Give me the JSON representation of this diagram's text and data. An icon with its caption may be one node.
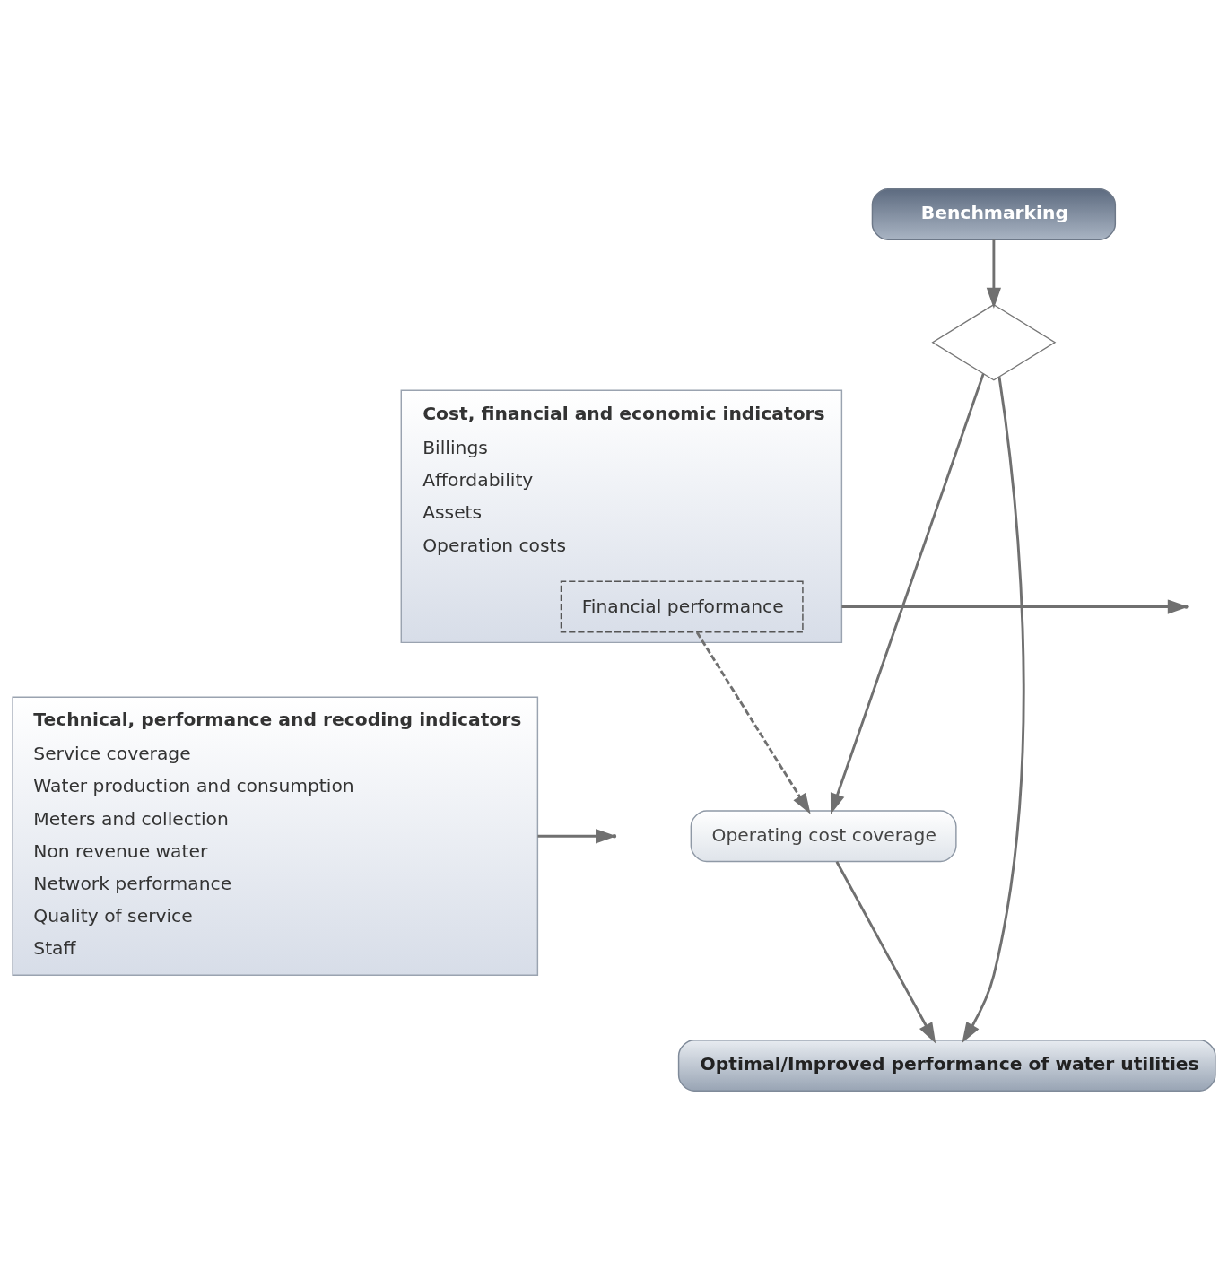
{
  "diagram": {
    "nodes": [
      {
        "text": [
          "Benchmarking"
        ]
      },
      {
        "text": [],
        "shape": "diamond"
      },
      {
        "text": [
          "Technical, performance and recoding indicators",
          "Service coverage",
          "Water production and consumption",
          "Meters and collection",
          "Non revenue water",
          "Network performance",
          "Quality of service",
          "Staff"
        ]
      },
      {
        "text": [
          "Cost, financial and economic indicators",
          "Billings",
          "Affordability",
          "Assets",
          "Operation costs"
        ]
      },
      {
        "text": [
          "Financial performance"
        ],
        "in": 3
      },
      {
        "text": [
          "Optimal/Improved performance of water utilities"
        ]
      },
      {
        "text": [
          "Operating cost coverage"
        ]
      }
    ],
    "edges": [
      {
        "from": 0,
        "to": 1,
        "arrow": "to"
      },
      {
        "from": 1,
        "to": 5,
        "arrow": "to"
      },
      {
        "from": 2,
        "to": null,
        "arrow": "to"
      },
      {
        "from": 3,
        "to": null,
        "arrow": "to"
      },
      {
        "from": 1,
        "to": 6,
        "arrow": "to"
      },
      {
        "from": 4,
        "to": 6,
        "arrow": "to",
        "style": "dashed"
      },
      {
        "from": 6,
        "to": 5,
        "arrow": "to"
      }
    ]
  }
}
